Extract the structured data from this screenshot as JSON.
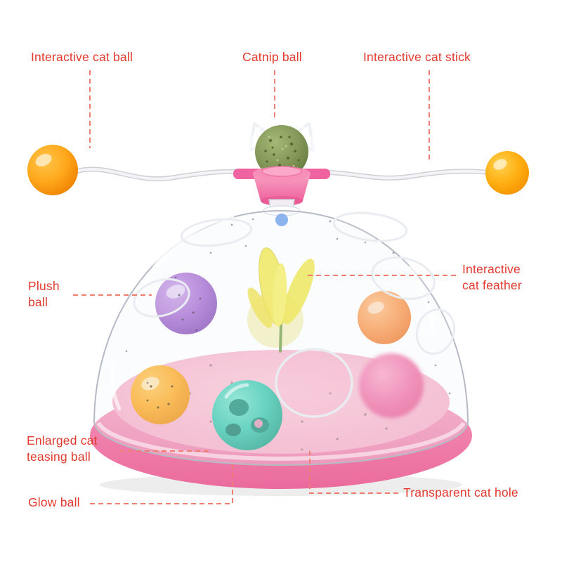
{
  "labels": {
    "interactive_cat_ball": "Interactive cat ball",
    "catnip_ball": "Catnip ball",
    "interactive_cat_stick": "Interactive cat stick",
    "plush_ball": "Plush\nball",
    "interactive_cat_feather": "Interactive\ncat feather",
    "enlarged_cat_teasing_ball": "Enlarged cat\nteasing ball",
    "glow_ball": "Glow ball",
    "transparent_cat_hole": "Transparent cat hole"
  },
  "colors": {
    "label_text": "#e23a2e",
    "callout_line": "#ef7e71",
    "base_pink": "#f291b5",
    "hub_pink": "#ee63a0",
    "catnip_green": "#84995a",
    "feather_yellow": "#f3e63a",
    "ball_orange": "#ffa415",
    "ball_yellow": "#ffb013",
    "ball_purple": "#a263cf",
    "ball_teal": "#2fc3a9",
    "ball_plush_pink": "#f26ba2",
    "ball_coral": "#fd9344"
  },
  "icons": {
    "cat_ears": "cat-ears-outline-icon",
    "feather": "feather-icon"
  }
}
